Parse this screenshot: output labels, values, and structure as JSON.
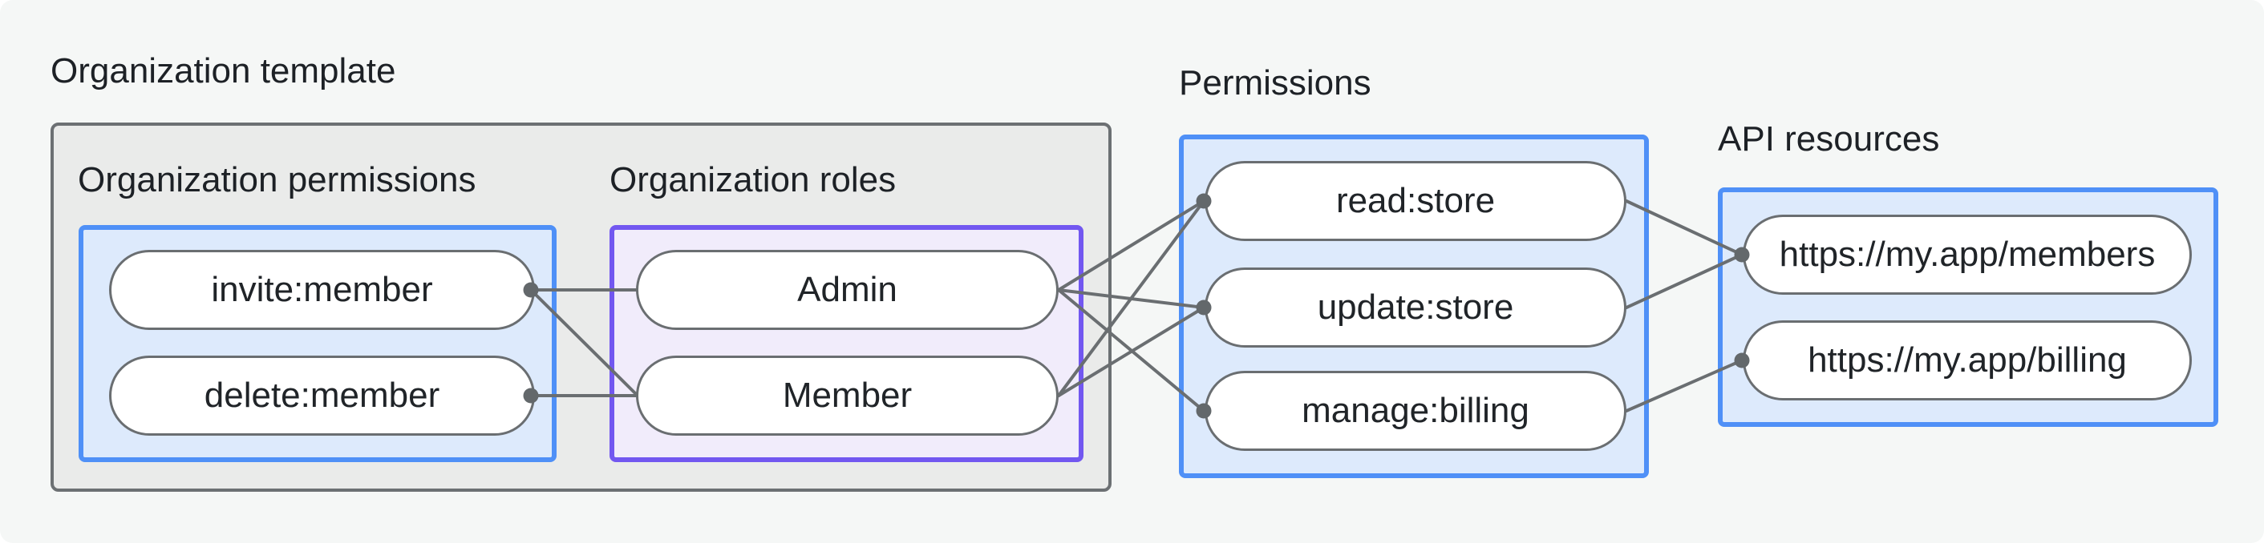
{
  "title": "Organization template",
  "groups": {
    "org_permissions": {
      "label": "Organization permissions",
      "items": [
        "invite:member",
        "delete:member"
      ]
    },
    "org_roles": {
      "label": "Organization roles",
      "items": [
        "Admin",
        "Member"
      ]
    },
    "permissions": {
      "label": "Permissions",
      "items": [
        "read:store",
        "update:store",
        "manage:billing"
      ]
    },
    "api_resources": {
      "label": "API resources",
      "items": [
        "https://my.app/members",
        "https://my.app/billing"
      ]
    }
  },
  "edges": [
    {
      "from": "invite:member",
      "to": "Admin"
    },
    {
      "from": "invite:member",
      "to": "Member"
    },
    {
      "from": "delete:member",
      "to": "Member"
    },
    {
      "from": "Admin",
      "to": "read:store"
    },
    {
      "from": "Admin",
      "to": "update:store"
    },
    {
      "from": "Admin",
      "to": "manage:billing"
    },
    {
      "from": "Member",
      "to": "read:store"
    },
    {
      "from": "Member",
      "to": "update:store"
    },
    {
      "from": "read:store",
      "to": "https://my.app/members"
    },
    {
      "from": "update:store",
      "to": "https://my.app/members"
    },
    {
      "from": "manage:billing",
      "to": "https://my.app/billing"
    }
  ],
  "colors": {
    "background": "#f5f7f6",
    "template_box_fill": "#eaebea",
    "template_box_border": "#6c7073",
    "blue_box_fill": "#ddeafc",
    "blue_box_border": "#4f90f7",
    "purple_box_fill": "#f1ecfb",
    "purple_box_border": "#7257f0",
    "pill_border": "#6a6e71",
    "edge_line": "#6a6e71",
    "connector_dot": "#63686b",
    "text": "#1d2126"
  }
}
